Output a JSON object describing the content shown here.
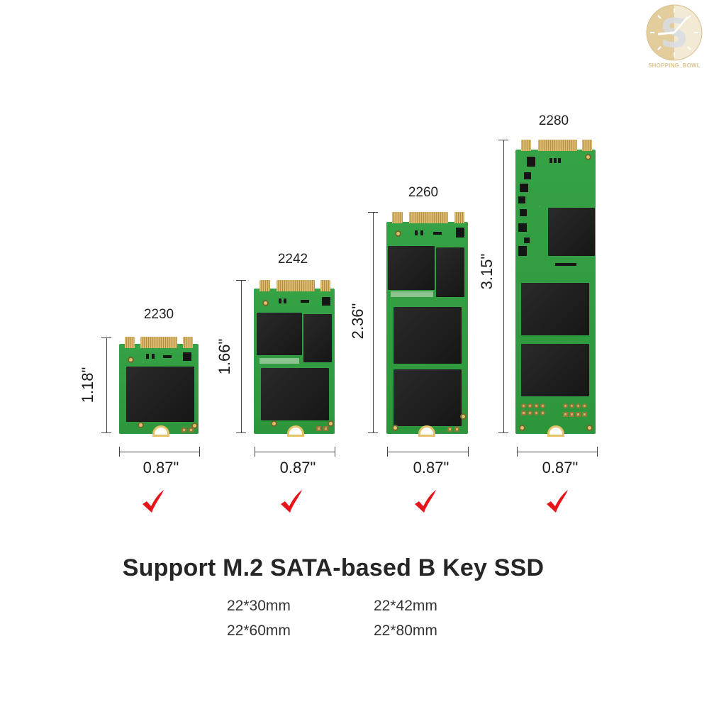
{
  "watermark": {
    "brand": "SHOPPING_BOWL",
    "icon": "clock-s-logo-icon",
    "color": "#dcc593"
  },
  "cards": [
    {
      "id": "2230",
      "label": "2230",
      "height_label": "1.18\"",
      "width_label": "0.87\"",
      "supported": true
    },
    {
      "id": "2242",
      "label": "2242",
      "height_label": "1.66\"",
      "width_label": "0.87\"",
      "supported": true
    },
    {
      "id": "2260",
      "label": "2260",
      "height_label": "2.36\"",
      "width_label": "0.87\"",
      "supported": true
    },
    {
      "id": "2280",
      "label": "2280",
      "height_label": "3.15\"",
      "width_label": "0.87\"",
      "supported": true
    }
  ],
  "check_icon": "red-checkmark-icon",
  "colors": {
    "check": "#e8141b",
    "pcb_green": "#2f9a3e",
    "gold_contacts": "#c9a55a",
    "chip": "#1e1e1e",
    "text": "#262626"
  },
  "heading": "Support M.2 SATA-based B Key SSD",
  "sizes": [
    "22*30mm",
    "22*42mm",
    "22*60mm",
    "22*80mm"
  ]
}
